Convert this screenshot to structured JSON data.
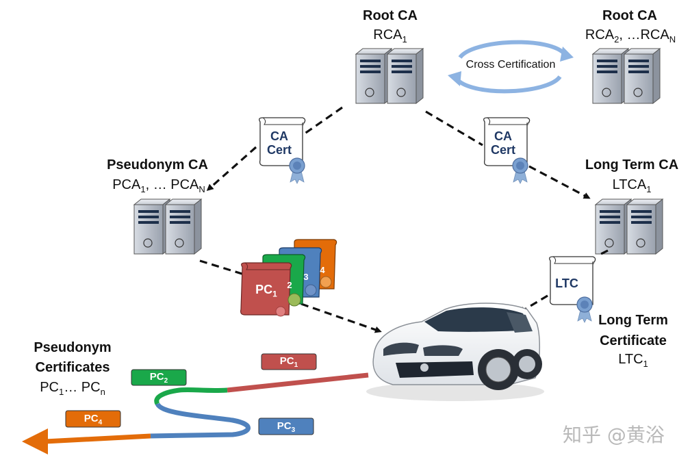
{
  "root_ca_1": {
    "title": "Root CA",
    "id_base": "RCA",
    "id_sub": "1"
  },
  "root_ca_2": {
    "title": "Root CA",
    "id_base1": "RCA",
    "id_sub1": "2",
    "id_mid": ", …RCA",
    "id_sub2": "N"
  },
  "cross_cert": "Cross Certification",
  "pseudonym_ca": {
    "title": "Pseudonym CA",
    "a": "PCA",
    "a_sub": "1",
    "mid": ", … PCA",
    "b_sub": "N"
  },
  "long_term_ca": {
    "title": "Long Term CA",
    "base": "LTCA",
    "sub": "1"
  },
  "ca_cert_left": {
    "line1": "CA",
    "line2": "Cert"
  },
  "ca_cert_right": {
    "line1": "CA",
    "line2": "Cert"
  },
  "ltc_doc": "LTC",
  "pc_docs": {
    "main": "PC",
    "main_sub": "1",
    "n2": "2",
    "n3": "3",
    "n4": "4"
  },
  "long_term_certificate": {
    "line1": "Long Term",
    "line2": "Certificate",
    "base": "LTC",
    "sub": "1"
  },
  "pseudonym_certificates": {
    "line1": "Pseudonym",
    "line2": "Certificates",
    "a": "PC",
    "a_sub": "1",
    "mid": "… PC",
    "b_sub": "n"
  },
  "path_tags": [
    {
      "base": "PC",
      "sub": "1",
      "color": "#c0504d"
    },
    {
      "base": "PC",
      "sub": "2",
      "color": "#1aa84a"
    },
    {
      "base": "PC",
      "sub": "3",
      "color": "#4f81bd"
    },
    {
      "base": "PC",
      "sub": "4",
      "color": "#e36c09"
    }
  ],
  "watermark": "知乎 @黄浴",
  "colors": {
    "server": "#b8bec8",
    "pc_red": "#c0504d",
    "pc_green": "#1aa84a",
    "pc_blue": "#4f81bd",
    "pc_orange": "#e36c09",
    "cert_text": "#1f3864",
    "cross_arrow": "#8db3e2"
  }
}
